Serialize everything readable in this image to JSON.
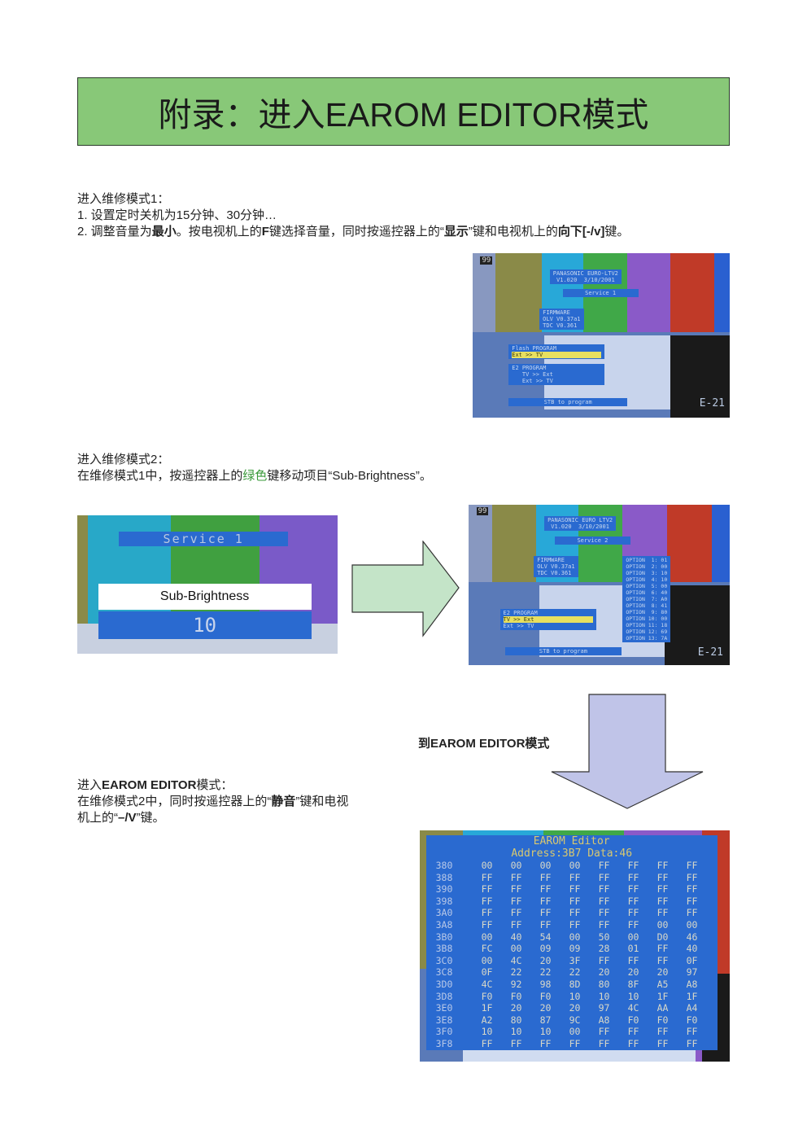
{
  "title": "附录：进入EAROM EDITOR模式",
  "section1": {
    "heading": "进入维修模式1：",
    "step1": "1. 设置定时关机为15分钟、30分钟…",
    "step2_a": "2. 调整音量为",
    "step2_b": "最小",
    "step2_c": "。按电视机上的",
    "step2_d": "F",
    "step2_e": "键选择音量，同时按遥控器上的“",
    "step2_f": "显示",
    "step2_g": "”键和电视机上的",
    "step2_h": "向下[-/v]",
    "step2_i": "键。"
  },
  "screen1": {
    "badge": "99",
    "header": "PANASONIC EURO-LTV2\n V1.020  3/10/2001",
    "service": "Service 1",
    "firmware": "FIRMWARE\nOLV V0.37a1\nTDC V0.361",
    "flash": "Flash PROGRAM",
    "flash_sel": "Ext >> TV",
    "e2": "E2 PROGRAM\n   TV >> Ext\n   Ext >> TV",
    "stb": "STB to program",
    "code": "E-21"
  },
  "section2": {
    "heading": "进入维修模式2：",
    "text_a": "在维修模式1中，按遥控器上的",
    "text_b": "绿色",
    "text_c": "键移动项目“Sub-Brightness”。"
  },
  "screen_small": {
    "service": "Service 1",
    "label": "Sub-Brightness",
    "value": "10"
  },
  "screen2": {
    "badge": "99",
    "header": "PANASONIC EURO LTV2\n V1.020  3/10/2001",
    "service": "Service 2",
    "firmware": "FIRMWARE\nOLV V0.37a1\nTDC V0.361",
    "options": "OPTION  1: 01\nOPTION  2: 00\nOPTION  3: 10\nOPTION  4: 10\nOPTION  5: 00\nOPTION  6: 40\nOPTION  7: A0\nOPTION  8: 41\nOPTION  9: 80\nOPTION 10: 00\nOPTION 11: 18\nOPTION 12: 69\nOPTION 13: 7A",
    "e2": "E2 PROGRAM",
    "e2_sel": "TV >> Ext",
    "e2_b": "Ext >> TV",
    "stb": "STB to program",
    "code": "E-21"
  },
  "arrow_label": "到EAROM EDITOR模式",
  "section3": {
    "heading_a": "进入",
    "heading_b": "EAROM EDITOR",
    "heading_c": "模式：",
    "line1_a": "在维修模式2中，同时按遥控器上的“",
    "line1_b": "静音",
    "line1_c": "”键和电视",
    "line2_a": "机上的“",
    "line2_b": "–/V",
    "line2_c": "”键。"
  },
  "earom": {
    "title": "EAROM Editor",
    "address_line": "Address:3B7  Data:46",
    "rows": [
      [
        "380",
        "00",
        "00",
        "00",
        "00",
        "FF",
        "FF",
        "FF",
        "FF"
      ],
      [
        "388",
        "FF",
        "FF",
        "FF",
        "FF",
        "FF",
        "FF",
        "FF",
        "FF"
      ],
      [
        "390",
        "FF",
        "FF",
        "FF",
        "FF",
        "FF",
        "FF",
        "FF",
        "FF"
      ],
      [
        "398",
        "FF",
        "FF",
        "FF",
        "FF",
        "FF",
        "FF",
        "FF",
        "FF"
      ],
      [
        "3A0",
        "FF",
        "FF",
        "FF",
        "FF",
        "FF",
        "FF",
        "FF",
        "FF"
      ],
      [
        "3A8",
        "FF",
        "FF",
        "FF",
        "FF",
        "FF",
        "FF",
        "00",
        "00"
      ],
      [
        "3B0",
        "00",
        "40",
        "54",
        "00",
        "50",
        "00",
        "D0",
        "46"
      ],
      [
        "3B8",
        "FC",
        "00",
        "09",
        "09",
        "28",
        "01",
        "FF",
        "40"
      ],
      [
        "3C0",
        "00",
        "4C",
        "20",
        "3F",
        "FF",
        "FF",
        "FF",
        "0F"
      ],
      [
        "3C8",
        "0F",
        "22",
        "22",
        "22",
        "20",
        "20",
        "20",
        "97"
      ],
      [
        "3D0",
        "4C",
        "92",
        "98",
        "8D",
        "80",
        "8F",
        "A5",
        "A8"
      ],
      [
        "3D8",
        "F0",
        "F0",
        "F0",
        "10",
        "10",
        "10",
        "1F",
        "1F"
      ],
      [
        "3E0",
        "1F",
        "20",
        "20",
        "20",
        "97",
        "4C",
        "AA",
        "A4"
      ],
      [
        "3E8",
        "A2",
        "80",
        "87",
        "9C",
        "A8",
        "F0",
        "F0",
        "F0"
      ],
      [
        "3F0",
        "10",
        "10",
        "10",
        "00",
        "FF",
        "FF",
        "FF",
        "FF"
      ],
      [
        "3F8",
        "FF",
        "FF",
        "FF",
        "FF",
        "FF",
        "FF",
        "FF",
        "FF"
      ]
    ]
  }
}
